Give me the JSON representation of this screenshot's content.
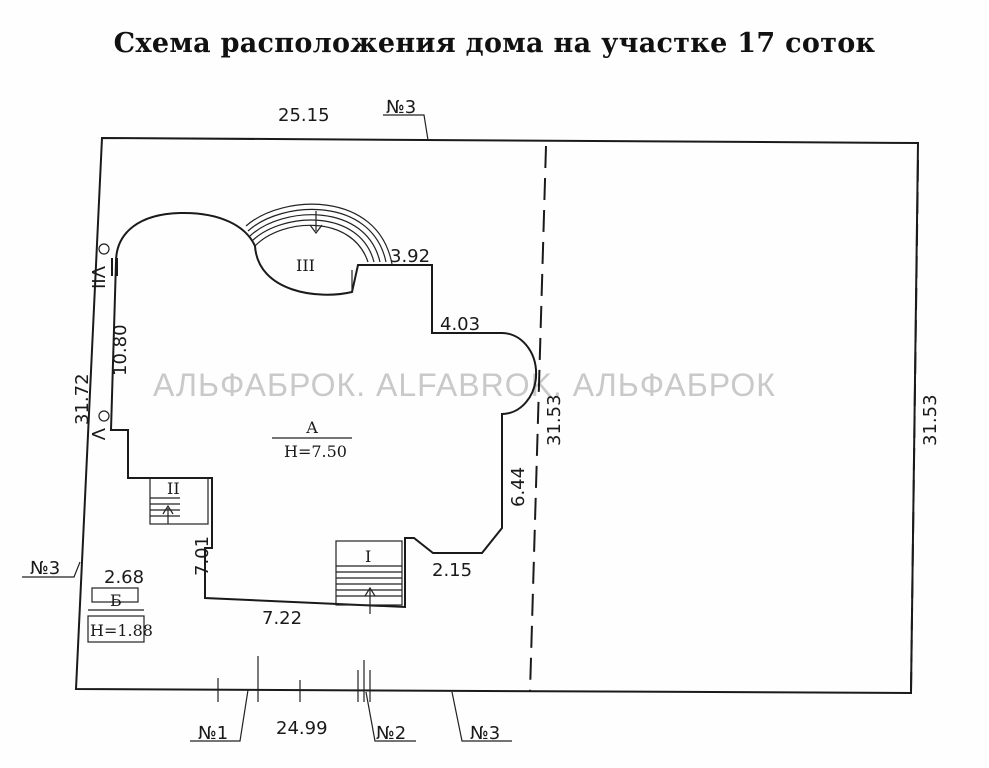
{
  "title": "Схема расположения дома на участке 17 соток",
  "watermark": "АЛЬФАБРОК. ALFABROK. АЛЬФАБРОК",
  "plot": {
    "top_edge": "25.15",
    "bottom_edge": "24.99",
    "left_edge": "31.72",
    "right_edge": "31.53",
    "middle_line": "31.53"
  },
  "neighbors": {
    "top": "№3",
    "left": "№3",
    "bottom_1": "№1",
    "bottom_2": "№2",
    "bottom_3": "№3"
  },
  "house_a": {
    "letter": "А",
    "height": "Н=7.50",
    "dims": {
      "d392": "3.92",
      "d403": "4.03",
      "d644": "6.44",
      "d215": "2.15",
      "d722": "7.22",
      "d701": "7.01",
      "d1080": "10.80"
    },
    "porches": {
      "p1": "I",
      "p2": "II",
      "p3": "III"
    },
    "marks": {
      "vii": "VII",
      "v": "V"
    }
  },
  "building_b": {
    "letter": "Б",
    "height": "Н=1.88",
    "dim": "2.68"
  }
}
